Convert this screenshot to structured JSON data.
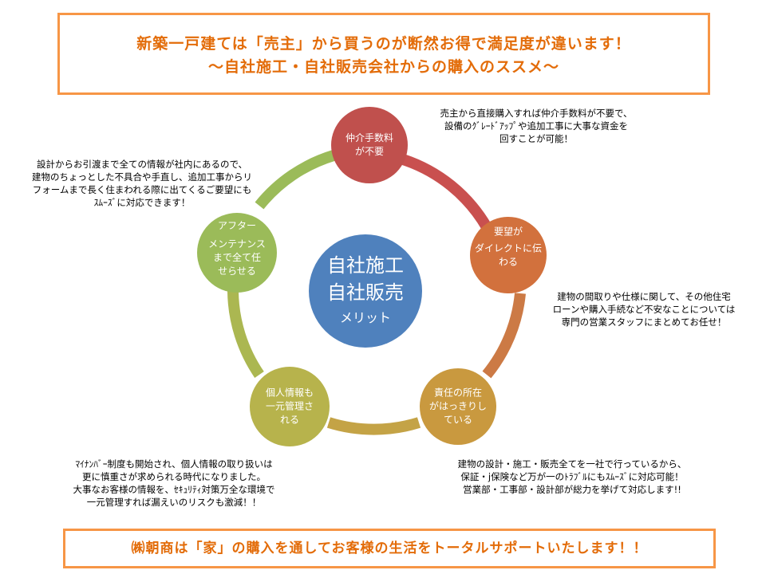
{
  "header": {
    "line1": "新築一戸建ては「売主」から買うのが断然お得で満足度が違います！",
    "line2": "～自社施工・自社販売会社からの購入のススメ～"
  },
  "center": {
    "line1": "自社施工",
    "line2": "自社販売",
    "line3": "メリット"
  },
  "nodes": [
    {
      "lines": [
        "仲介手数料",
        "が不要"
      ],
      "color": "#c0504d"
    },
    {
      "lines": [
        "要望が",
        "ダイレクトに伝",
        "わる"
      ],
      "color": "#d2713d"
    },
    {
      "lines": [
        "責任の所在",
        "がはっきりし",
        "ている"
      ],
      "color": "#c9993f"
    },
    {
      "lines": [
        "個人情報も",
        "一元管理さ",
        "れる"
      ],
      "color": "#b7b34c"
    },
    {
      "lines": [
        "アフター",
        "メンテナンス",
        "まで全て任",
        "せらせる"
      ],
      "color": "#9bbb59"
    }
  ],
  "notes": {
    "top_right": [
      "売主から直接購入すれば仲介手数料が不要で、",
      "設備のｸﾞﾚｰﾄﾞｱｯﾌﾟや追加工事に大事な資金を",
      "回すことが可能！"
    ],
    "top_left": [
      "設計からお引渡まで全ての情報が社内にあるので、",
      "建物のちょっとした不具合や手直し、追加工事からリ",
      "フォームまで長く住まわれる際に出てくるご要望にも",
      "ｽﾑｰｽﾞに対応できます！"
    ],
    "right": [
      "建物の間取りや仕様に関して、その他住宅",
      "ローンや購入手続など不安なことについては",
      "専門の営業スタッフにまとめてお任せ！"
    ],
    "bottom_left": [
      "ﾏｲﾅﾝﾊﾞｰ制度も開始され、個人情報の取り扱いは",
      "更に慎重さが求められる時代になりました。",
      "大事なお客様の情報を、ｾｷｭﾘﾃｨ対策万全な環境で",
      "一元管理すれば漏えいのリスクも激減！！"
    ],
    "bottom_right": [
      "建物の設計・施工・販売全てを一社で行っているから、",
      "保証・j保険など万が一のﾄﾗﾌﾞﾙにもｽﾑｰｽﾞに対応可能！",
      "営業部・工事部・設計部が総力を挙げて対応します!!"
    ]
  },
  "footer": {
    "text": "㈱朝商は「家」の購入を通してお客様の生活をトータルサポートいたします！！"
  }
}
